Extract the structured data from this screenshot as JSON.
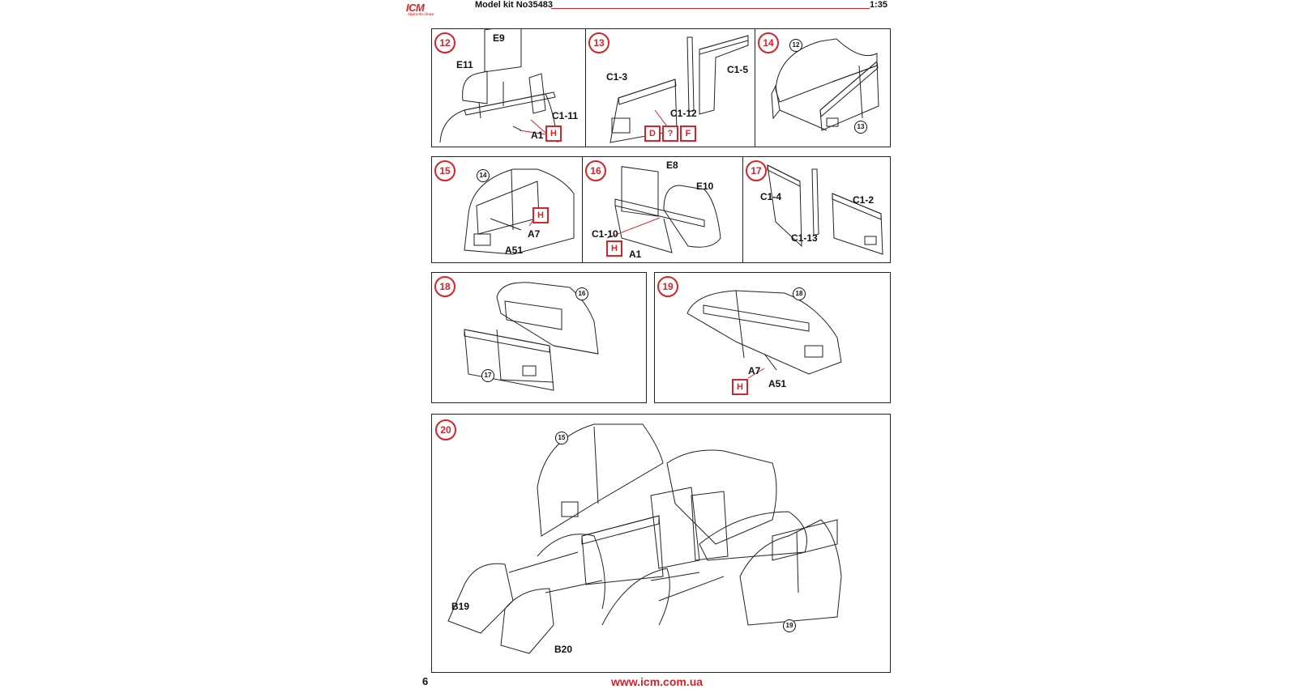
{
  "header": {
    "logo": "ICM",
    "logo_tagline": "Made in the Ukraine",
    "kit": "Model kit No35483",
    "scale": "1:35"
  },
  "footer": {
    "page": "6",
    "site": "www.icm.com.ua"
  },
  "colors": {
    "accent": "#d8232a",
    "ink": "#222222"
  },
  "steps": [
    {
      "num": "12",
      "parts": [
        "E9",
        "E11",
        "C1-11",
        "A1"
      ],
      "paint": [
        "H"
      ]
    },
    {
      "num": "13",
      "parts": [
        "C1-3",
        "C1-5",
        "C1-12"
      ],
      "paint": [
        "D",
        "?",
        "F"
      ]
    },
    {
      "num": "14",
      "refs": [
        "12",
        "13"
      ]
    },
    {
      "num": "15",
      "refs": [
        "14"
      ],
      "parts": [
        "A7",
        "A51"
      ],
      "paint": [
        "H"
      ]
    },
    {
      "num": "16",
      "parts": [
        "E8",
        "E10",
        "C1-10",
        "A1"
      ],
      "paint": [
        "H"
      ]
    },
    {
      "num": "17",
      "parts": [
        "C1-4",
        "C1-2",
        "C1-13"
      ]
    },
    {
      "num": "18",
      "refs": [
        "16",
        "17"
      ]
    },
    {
      "num": "19",
      "refs": [
        "18"
      ],
      "parts": [
        "A7",
        "A51"
      ],
      "paint": [
        "H"
      ]
    },
    {
      "num": "20",
      "refs": [
        "15",
        "19"
      ],
      "parts": [
        "B19",
        "B20"
      ]
    }
  ]
}
